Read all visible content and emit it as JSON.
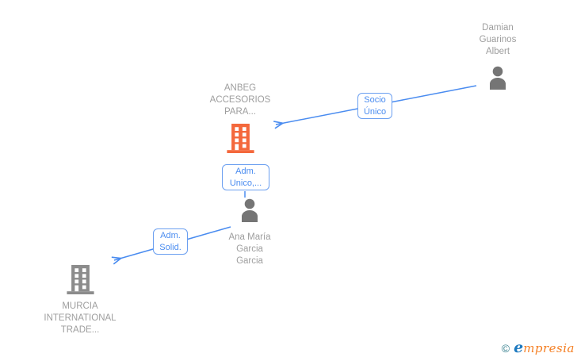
{
  "nodes": {
    "damian": {
      "kind": "person",
      "label_lines": [
        "Damian",
        "Guarinos",
        "Albert"
      ]
    },
    "anbeg": {
      "kind": "company",
      "label_lines": [
        "ANBEG",
        "ACCESORIOS",
        "PARA..."
      ]
    },
    "ana": {
      "kind": "person",
      "label_lines": [
        "Ana María",
        "Garcia",
        "Garcia"
      ]
    },
    "murcia": {
      "kind": "company",
      "label_lines": [
        "MURCIA",
        "INTERNATIONAL",
        "TRADE..."
      ]
    }
  },
  "edges": [
    {
      "from": "damian",
      "to": "anbeg",
      "label_lines": [
        "Socio",
        "Único"
      ]
    },
    {
      "from": "ana",
      "to": "anbeg",
      "label_lines": [
        "Adm.",
        "Unico,..."
      ]
    },
    {
      "from": "ana",
      "to": "murcia",
      "label_lines": [
        "Adm.",
        "Solid."
      ]
    }
  ],
  "footer": {
    "copyright_symbol": "©",
    "brand_initial": "e",
    "brand_rest": "mpresia"
  },
  "colors": {
    "edge_blue": "#4a8cf0",
    "label_border_blue": "#6b9ff0",
    "company_highlight_orange": "#f4683c",
    "company_gray": "#8c8c8c",
    "person_gray": "#757575",
    "node_text_gray": "#9e9e9e",
    "logo_copyright_teal": "#37808f",
    "logo_e_blue": "#1e7ac0",
    "logo_text_orange": "#f58025"
  }
}
